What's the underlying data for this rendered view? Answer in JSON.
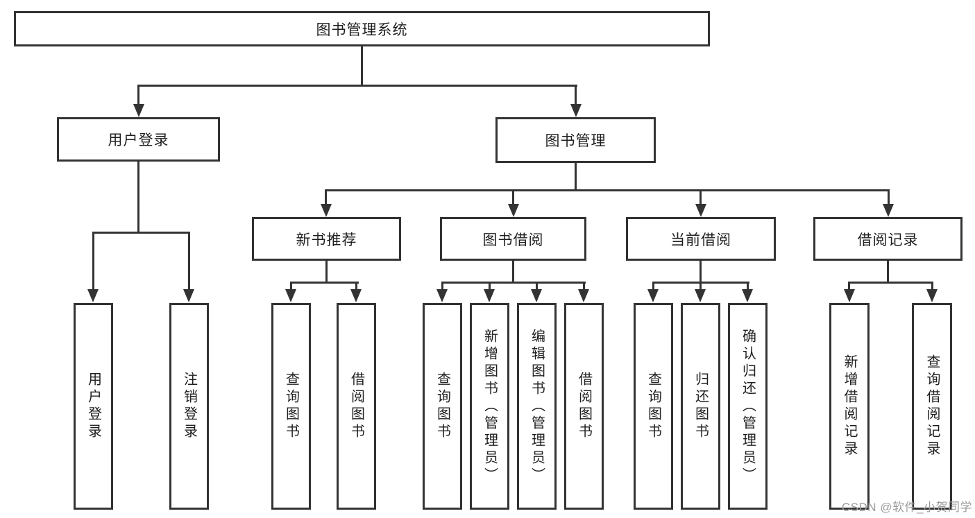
{
  "diagram_type": "hierarchy-tree",
  "colors": {
    "background": "#ffffff",
    "line": "#333333",
    "node_text": "#1f1f1f",
    "watermark": "#9c9c9c"
  },
  "tree": {
    "label": "图书管理系统",
    "children": [
      {
        "label": "用户登录",
        "children": [
          {
            "label": "用户登录"
          },
          {
            "label": "注销登录"
          }
        ]
      },
      {
        "label": "图书管理",
        "children": [
          {
            "label": "新书推荐",
            "children": [
              {
                "label": "查询图书"
              },
              {
                "label": "借阅图书"
              }
            ]
          },
          {
            "label": "图书借阅",
            "children": [
              {
                "label": "查询图书"
              },
              {
                "label": "新增图书（管理员）"
              },
              {
                "label": "编辑图书（管理员）"
              },
              {
                "label": "借阅图书"
              }
            ]
          },
          {
            "label": "当前借阅",
            "children": [
              {
                "label": "查询图书"
              },
              {
                "label": "归还图书"
              },
              {
                "label": "确认归还（管理员）"
              }
            ]
          },
          {
            "label": "借阅记录",
            "children": [
              {
                "label": "新增借阅记录"
              },
              {
                "label": "查询借阅记录"
              }
            ]
          }
        ]
      }
    ]
  },
  "watermark": {
    "text": "CSDN @软件_小贺同学"
  }
}
